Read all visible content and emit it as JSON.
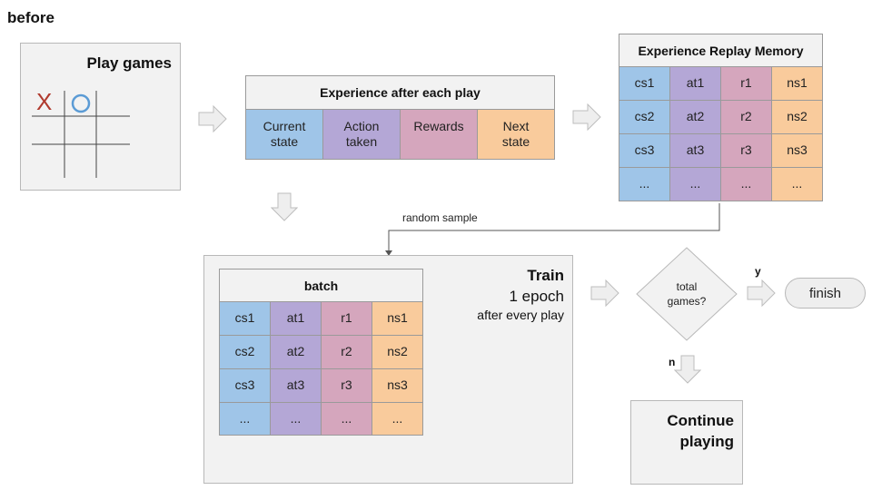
{
  "heading": "before",
  "play": {
    "title": "Play games",
    "x_mark": "X",
    "o_mark": "O"
  },
  "experience": {
    "title": "Experience after each play",
    "columns": [
      "Current state",
      "Action taken",
      "Rewards",
      "Next state"
    ]
  },
  "replay": {
    "title": "Experience Replay Memory",
    "rows": [
      [
        "cs1",
        "at1",
        "r1",
        "ns1"
      ],
      [
        "cs2",
        "at2",
        "r2",
        "ns2"
      ],
      [
        "cs3",
        "at3",
        "r3",
        "ns3"
      ],
      [
        "...",
        "...",
        "...",
        "..."
      ]
    ]
  },
  "random_sample": "random sample",
  "train": {
    "title": "Train",
    "line1": "1 epoch",
    "line2": "after every play",
    "batch_title": "batch",
    "rows": [
      [
        "cs1",
        "at1",
        "r1",
        "ns1"
      ],
      [
        "cs2",
        "at2",
        "r2",
        "ns2"
      ],
      [
        "cs3",
        "at3",
        "r3",
        "ns3"
      ],
      [
        "...",
        "...",
        "...",
        "..."
      ]
    ]
  },
  "decision": {
    "line1": "total",
    "line2": "games?",
    "yes": "y",
    "no": "n"
  },
  "finish": "finish",
  "continue": {
    "line1": "Continue",
    "line2": "playing"
  },
  "colors": {
    "blue": "#9fc5e8",
    "purple": "#b4a7d6",
    "pink": "#d5a6bd",
    "orange": "#f9cb9c",
    "x": "#b03a2e",
    "o": "#5b9bd5"
  }
}
